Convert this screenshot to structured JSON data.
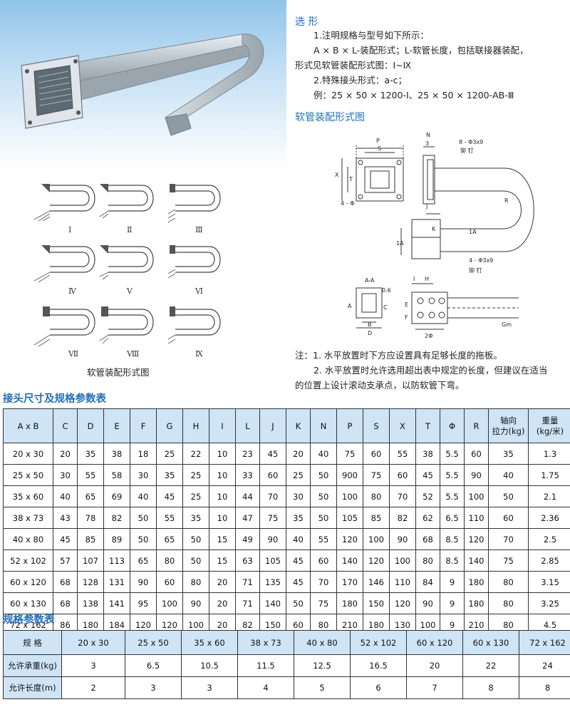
{
  "selection": {
    "heading": "选 形",
    "line1": "1.注明规格与型号如下所示：",
    "line2": "A × B × L-装配形式；L-软管长度，包括联接器装配，",
    "line3": "形式见软管装配形式图：Ⅰ~Ⅸ",
    "line4": "2.特殊接头形式：a-c；",
    "line5": "例：25 × 50 × 1200-Ⅰ、25 × 50 × 1200-AB-Ⅲ"
  },
  "assembly_heading": "软管装配形式图",
  "drawing": {
    "labels": [
      "P",
      "S",
      "N",
      "3",
      "8 - Φ3x9",
      "铆    钉",
      "X",
      "T",
      "4 - Φ",
      "R",
      "J",
      "K",
      "1A",
      "1A",
      "4 - Φ3x9",
      "铆    钉",
      "A-A",
      "0.6",
      "A",
      "C",
      "B",
      "D",
      "I",
      "H",
      "E",
      "F",
      "2Φ",
      "Gm"
    ]
  },
  "forms": {
    "numerals": [
      "Ⅰ",
      "Ⅱ",
      "Ⅲ",
      "Ⅳ",
      "Ⅴ",
      "Ⅵ",
      "Ⅶ",
      "Ⅷ",
      "Ⅸ"
    ],
    "caption": "软管装配形式图"
  },
  "notes": {
    "line1": "注：1. 水平放置时下方应设置具有足够长度的拖板。",
    "line2": "2. 水平放置时允许选用超出表中规定的长度，但建议在适当",
    "line3": "的位置上设计滚动支承点，以防软管下弯。"
  },
  "table1": {
    "title": "接头尺寸及规格参数表",
    "headers": [
      "A x B",
      "C",
      "D",
      "E",
      "F",
      "G",
      "H",
      "I",
      "L",
      "J",
      "K",
      "N",
      "P",
      "S",
      "X",
      "T",
      "Φ",
      "R",
      "轴向\n拉力(kg)",
      "重量\n(kg/米)"
    ],
    "rows": [
      [
        "20 x 30",
        "20",
        "35",
        "38",
        "18",
        "25",
        "22",
        "10",
        "23",
        "45",
        "20",
        "40",
        "75",
        "60",
        "55",
        "38",
        "5.5",
        "60",
        "35",
        "1.3"
      ],
      [
        "25 x 50",
        "30",
        "55",
        "58",
        "30",
        "35",
        "25",
        "10",
        "33",
        "60",
        "25",
        "50",
        "900",
        "75",
        "60",
        "45",
        "5.5",
        "90",
        "40",
        "1.75"
      ],
      [
        "35 x 60",
        "40",
        "65",
        "69",
        "40",
        "45",
        "25",
        "10",
        "44",
        "70",
        "30",
        "50",
        "100",
        "80",
        "70",
        "52",
        "5.5",
        "100",
        "50",
        "2.1"
      ],
      [
        "38 x 73",
        "43",
        "78",
        "82",
        "50",
        "55",
        "35",
        "10",
        "47",
        "75",
        "35",
        "50",
        "105",
        "85",
        "82",
        "62",
        "6.5",
        "110",
        "60",
        "2.36"
      ],
      [
        "40 x 80",
        "45",
        "85",
        "89",
        "50",
        "65",
        "50",
        "15",
        "49",
        "90",
        "40",
        "55",
        "120",
        "100",
        "90",
        "68",
        "8.5",
        "120",
        "70",
        "2.5"
      ],
      [
        "52 x 102",
        "57",
        "107",
        "113",
        "65",
        "80",
        "50",
        "15",
        "63",
        "105",
        "45",
        "60",
        "140",
        "120",
        "100",
        "80",
        "8.5",
        "140",
        "75",
        "2.85"
      ],
      [
        "60 x 120",
        "68",
        "128",
        "131",
        "90",
        "60",
        "80",
        "20",
        "71",
        "135",
        "45",
        "70",
        "170",
        "146",
        "110",
        "84",
        "9",
        "180",
        "80",
        "3.15"
      ],
      [
        "60 x 130",
        "68",
        "138",
        "141",
        "95",
        "100",
        "90",
        "20",
        "71",
        "140",
        "50",
        "75",
        "180",
        "150",
        "120",
        "90",
        "9",
        "180",
        "80",
        "3.25"
      ],
      [
        "72 x 162",
        "86",
        "180",
        "184",
        "120",
        "120",
        "100",
        "20",
        "82",
        "150",
        "60",
        "80",
        "210",
        "180",
        "130",
        "100",
        "9",
        "210",
        "80",
        "4.5"
      ]
    ]
  },
  "table2": {
    "title": "规格参数表",
    "headers": [
      "规  格",
      "20 x 30",
      "25 x 50",
      "35 x 60",
      "38 x 73",
      "40 x 80",
      "52 x 102",
      "60 x 120",
      "60 x 130",
      "72 x 162"
    ],
    "rows": [
      [
        "允许承重(kg)",
        "3",
        "6.5",
        "10.5",
        "11.5",
        "12.5",
        "16.5",
        "20",
        "22",
        "24"
      ],
      [
        "允许长度(m)",
        "2",
        "3",
        "3",
        "4",
        "5",
        "6",
        "7",
        "8",
        "8"
      ]
    ]
  }
}
